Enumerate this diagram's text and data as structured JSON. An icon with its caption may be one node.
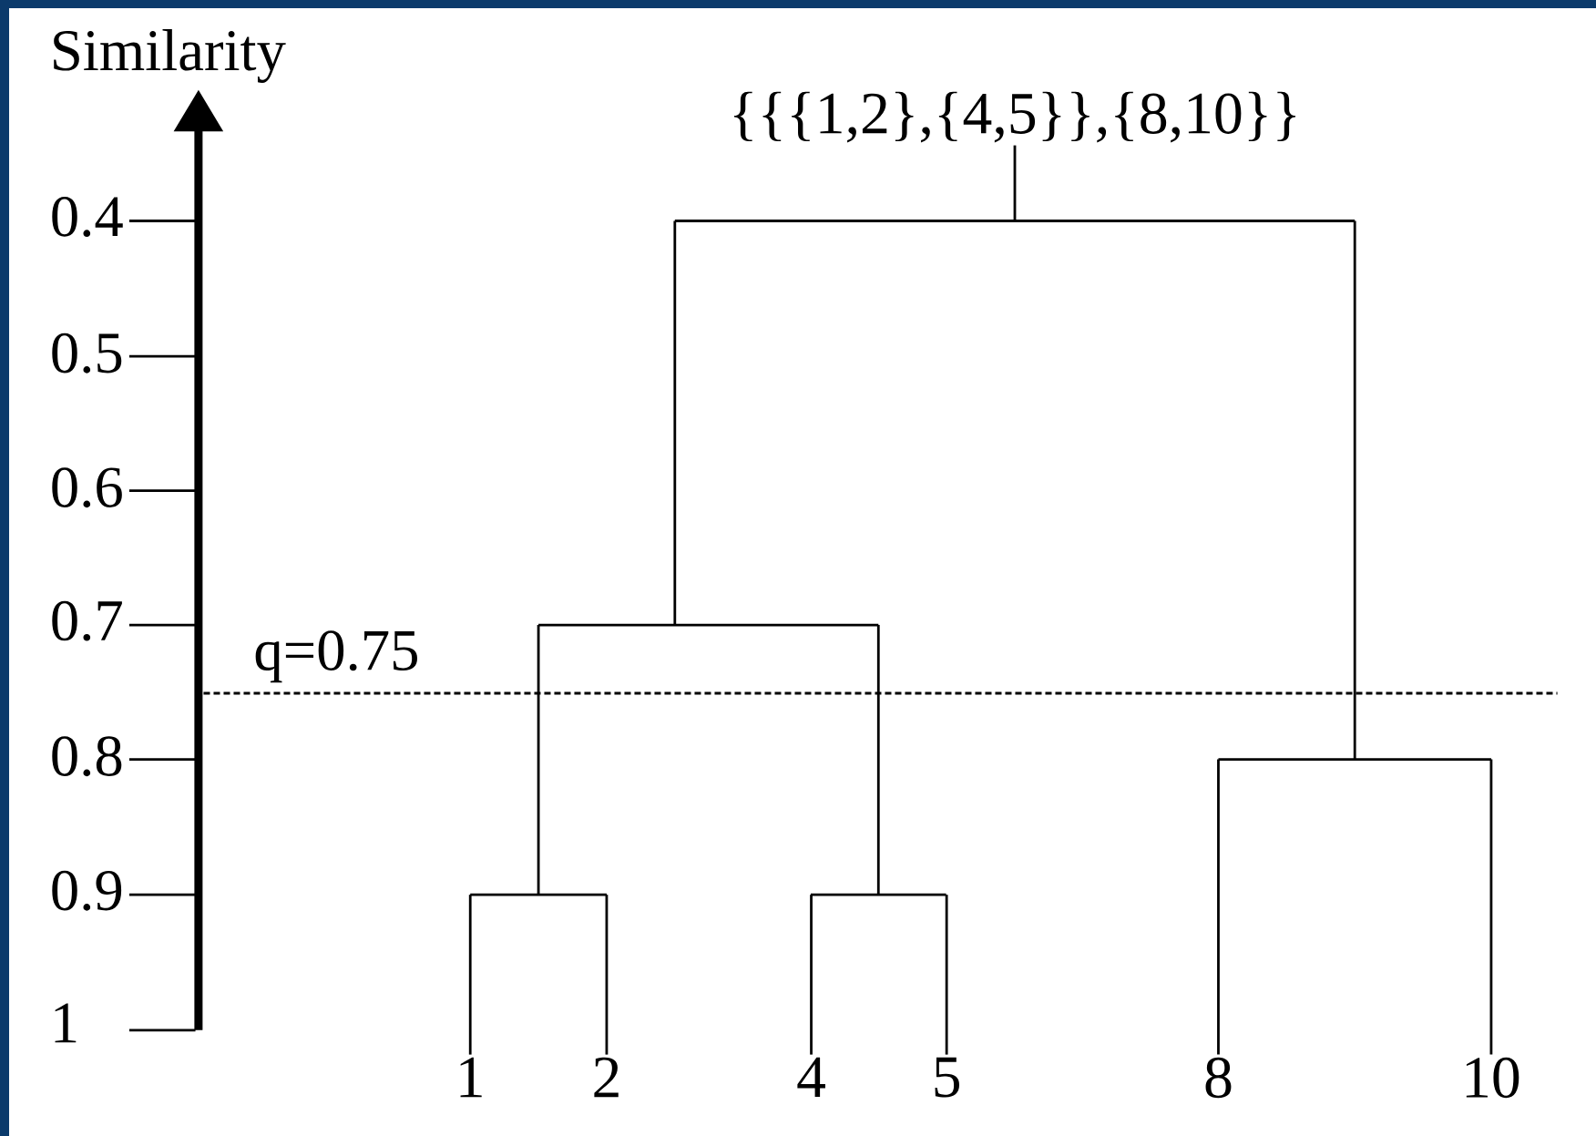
{
  "diagram": {
    "nodes": [
      {
        "text": [
          "{{{1,2},{4,5}},{8,10}}"
        ]
      },
      {
        "text": [],
        "shape": "bar"
      },
      {
        "text": [],
        "shape": "bar"
      },
      {
        "text": [],
        "shape": "bar"
      },
      {
        "text": [],
        "shape": "bar"
      },
      {
        "text": [],
        "shape": "bar"
      },
      {
        "text": [
          "1"
        ]
      },
      {
        "text": [
          "2"
        ]
      },
      {
        "text": [
          "4"
        ]
      },
      {
        "text": [
          "5"
        ]
      },
      {
        "text": [
          "8"
        ]
      },
      {
        "text": [
          "10"
        ]
      }
    ],
    "edges": [
      {
        "from": 0,
        "to": 1,
        "arrow": "none"
      },
      {
        "from": 2,
        "to": 1,
        "arrow": "none"
      },
      {
        "from": 3,
        "to": 1,
        "arrow": "none"
      },
      {
        "from": 4,
        "to": 2,
        "arrow": "none"
      },
      {
        "from": 5,
        "to": 2,
        "arrow": "none"
      },
      {
        "from": 6,
        "to": 4,
        "arrow": "none"
      },
      {
        "from": 7,
        "to": 4,
        "arrow": "none"
      },
      {
        "from": 8,
        "to": 5,
        "arrow": "none"
      },
      {
        "from": 9,
        "to": 5,
        "arrow": "none"
      },
      {
        "from": 10,
        "to": 3,
        "arrow": "none"
      },
      {
        "from": 11,
        "to": 3,
        "arrow": "none"
      }
    ],
    "labels": [
      "Similarity",
      "0.4",
      "0.5",
      "0.6",
      "0.7",
      "q=0.75",
      "0.8",
      "0.9",
      "1"
    ]
  }
}
